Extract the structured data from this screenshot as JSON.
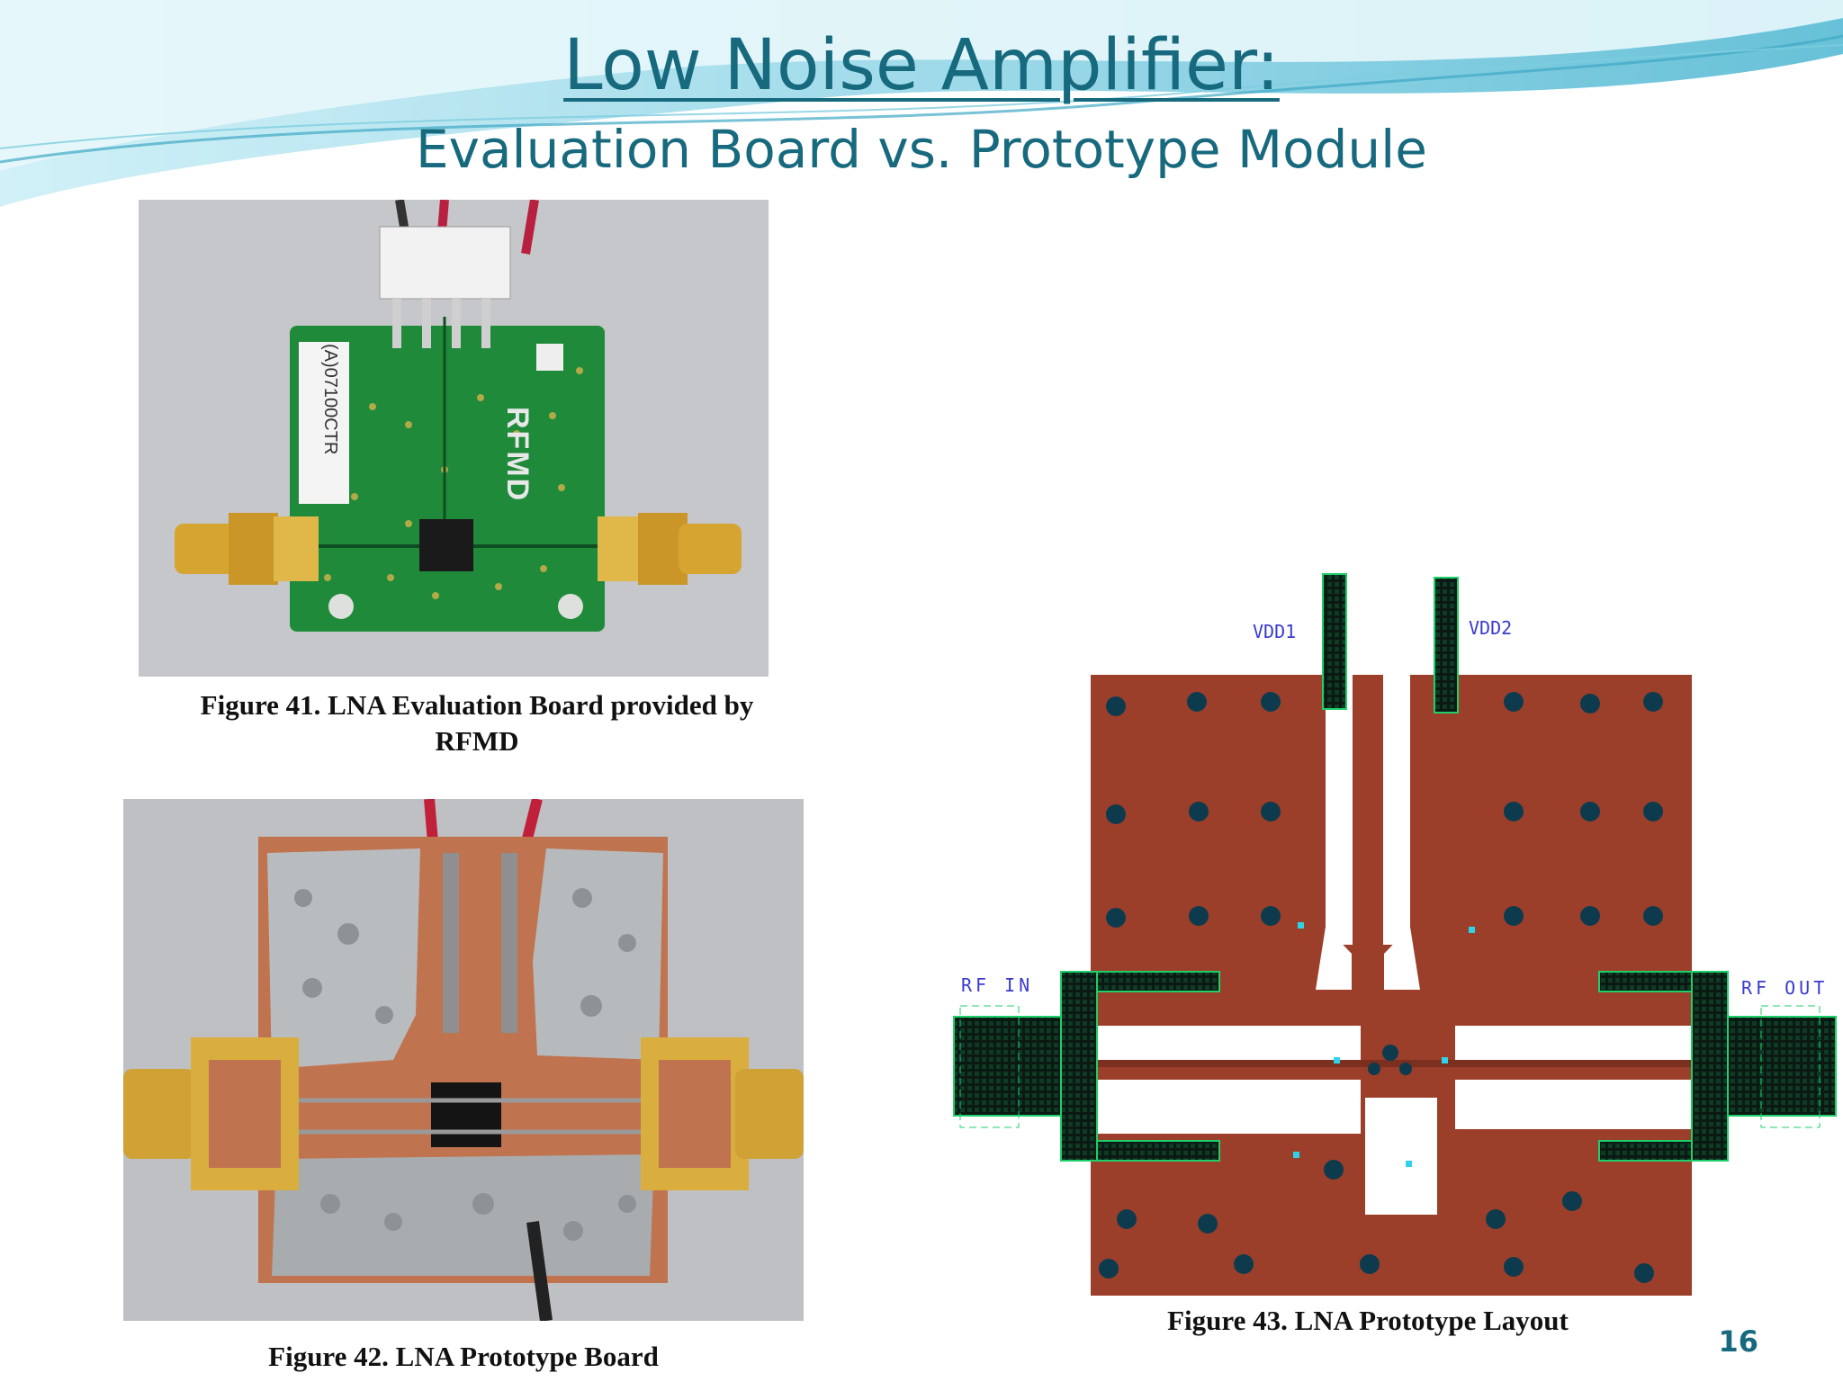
{
  "slide": {
    "title": "Low Noise Amplifier:",
    "subtitle": "Evaluation Board vs. Prototype Module",
    "number": "16"
  },
  "figures": [
    {
      "id": "fig41",
      "caption_line1": "Figure 41. LNA Evaluation Board provided by",
      "caption_line2": "RFMD",
      "board_text": [
        "RFMD",
        "(A)07100CTR"
      ]
    },
    {
      "id": "fig42",
      "caption": "Figure 42. LNA Prototype Board"
    },
    {
      "id": "fig43",
      "caption": "Figure 43. LNA Prototype Layout",
      "labels": {
        "vdd1": "VDD1",
        "vdd2": "VDD2",
        "rf_in": "RF IN",
        "rf_out": "RF OUT"
      }
    }
  ],
  "colors": {
    "accent": "#17697e",
    "wave": "#6cc6dc",
    "board_green": "#1f8a3a",
    "copper": "#a0462d"
  }
}
